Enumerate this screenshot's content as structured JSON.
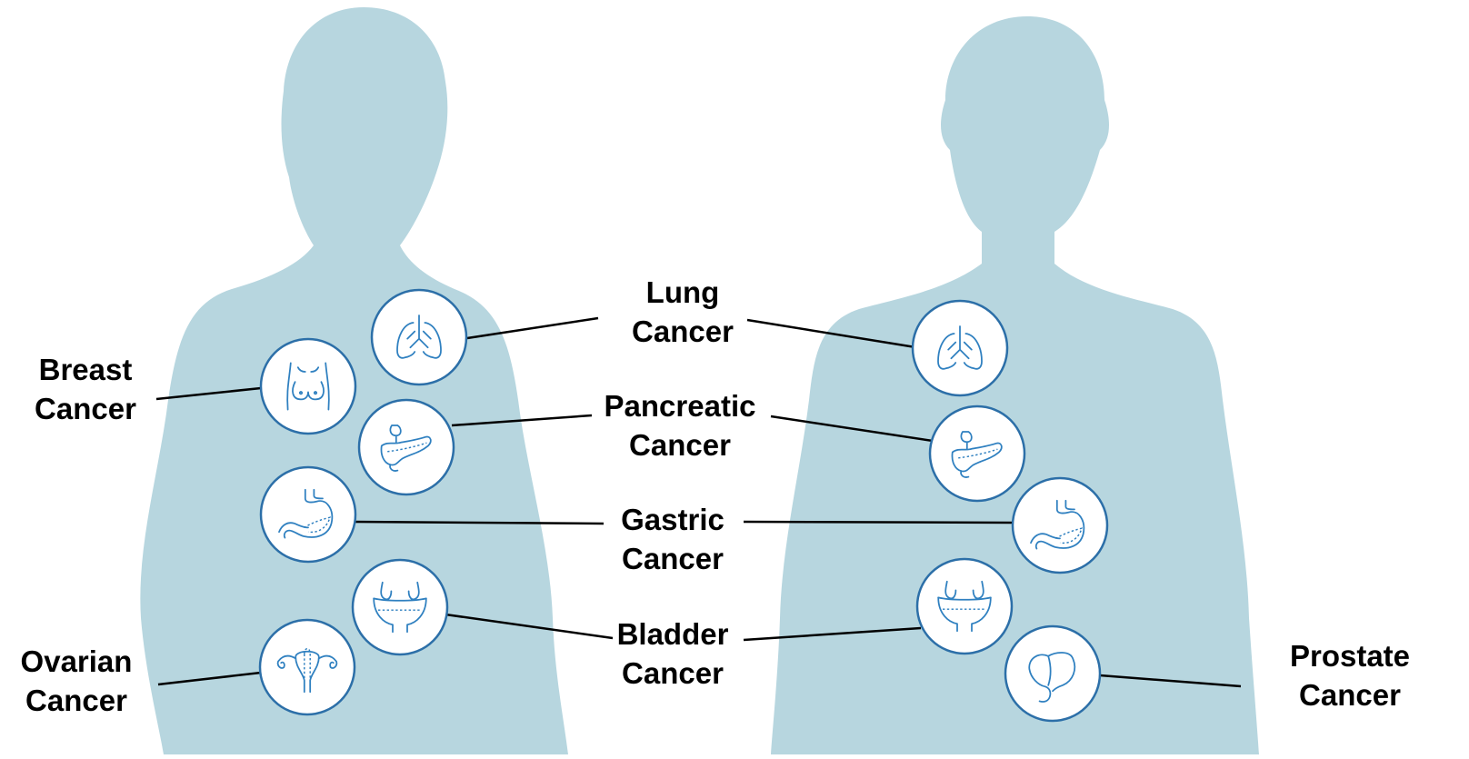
{
  "labels": {
    "lung": [
      "Lung",
      "Cancer"
    ],
    "breast": [
      "Breast",
      "Cancer"
    ],
    "pancreatic": [
      "Pancreatic",
      "Cancer"
    ],
    "gastric": [
      "Gastric",
      "Cancer"
    ],
    "bladder": [
      "Bladder",
      "Cancer"
    ],
    "ovarian": [
      "Ovarian",
      "Cancer"
    ],
    "prostate": [
      "Prostate",
      "Cancer"
    ]
  },
  "figures": {
    "female": {
      "icons": [
        "lung-icon",
        "breast-icon",
        "pancreas-icon",
        "stomach-icon",
        "bladder-icon",
        "uterus-icon"
      ]
    },
    "male": {
      "icons": [
        "lung-icon",
        "pancreas-icon",
        "stomach-icon",
        "bladder-icon",
        "prostate-icon"
      ]
    }
  },
  "colors": {
    "silhouette": "#b7d6df",
    "icon_stroke": "#2f80c0",
    "badge_ring": "#2c6fa8",
    "badge_fill": "#ffffff",
    "leader_line": "#000000",
    "label_text": "#000000"
  }
}
